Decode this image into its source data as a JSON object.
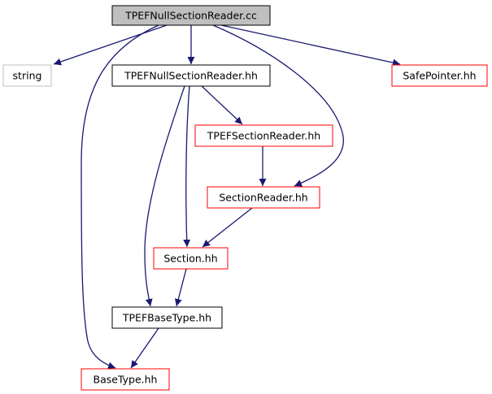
{
  "colors": {
    "root_fill": "#bfbfbf",
    "root_stroke": "#000000",
    "expanded_stroke": "#000000",
    "truncated_stroke": "#ff0000",
    "external_stroke": "#bfbfbf",
    "edge": "#191970"
  },
  "nodes": [
    {
      "id": "tpef-null-section-reader-cc",
      "label": "TPEFNullSectionReader.cc",
      "kind": "root"
    },
    {
      "id": "string",
      "label": "string",
      "kind": "external"
    },
    {
      "id": "tpef-null-section-reader-hh",
      "label": "TPEFNullSectionReader.hh",
      "kind": "expanded"
    },
    {
      "id": "safe-pointer-hh",
      "label": "SafePointer.hh",
      "kind": "truncated"
    },
    {
      "id": "tpef-section-reader-hh",
      "label": "TPEFSectionReader.hh",
      "kind": "truncated"
    },
    {
      "id": "section-reader-hh",
      "label": "SectionReader.hh",
      "kind": "truncated"
    },
    {
      "id": "section-hh",
      "label": "Section.hh",
      "kind": "truncated"
    },
    {
      "id": "tpef-base-type-hh",
      "label": "TPEFBaseType.hh",
      "kind": "expanded"
    },
    {
      "id": "base-type-hh",
      "label": "BaseType.hh",
      "kind": "truncated"
    }
  ],
  "edges": [
    {
      "from": "tpef-null-section-reader-cc",
      "to": "string"
    },
    {
      "from": "tpef-null-section-reader-cc",
      "to": "tpef-null-section-reader-hh"
    },
    {
      "from": "tpef-null-section-reader-cc",
      "to": "safe-pointer-hh"
    },
    {
      "from": "tpef-null-section-reader-cc",
      "to": "section-reader-hh"
    },
    {
      "from": "tpef-null-section-reader-cc",
      "to": "base-type-hh"
    },
    {
      "from": "tpef-null-section-reader-hh",
      "to": "tpef-section-reader-hh"
    },
    {
      "from": "tpef-null-section-reader-hh",
      "to": "section-hh"
    },
    {
      "from": "tpef-null-section-reader-hh",
      "to": "tpef-base-type-hh"
    },
    {
      "from": "tpef-section-reader-hh",
      "to": "section-reader-hh"
    },
    {
      "from": "section-reader-hh",
      "to": "section-hh"
    },
    {
      "from": "section-hh",
      "to": "tpef-base-type-hh"
    },
    {
      "from": "tpef-base-type-hh",
      "to": "base-type-hh"
    }
  ]
}
